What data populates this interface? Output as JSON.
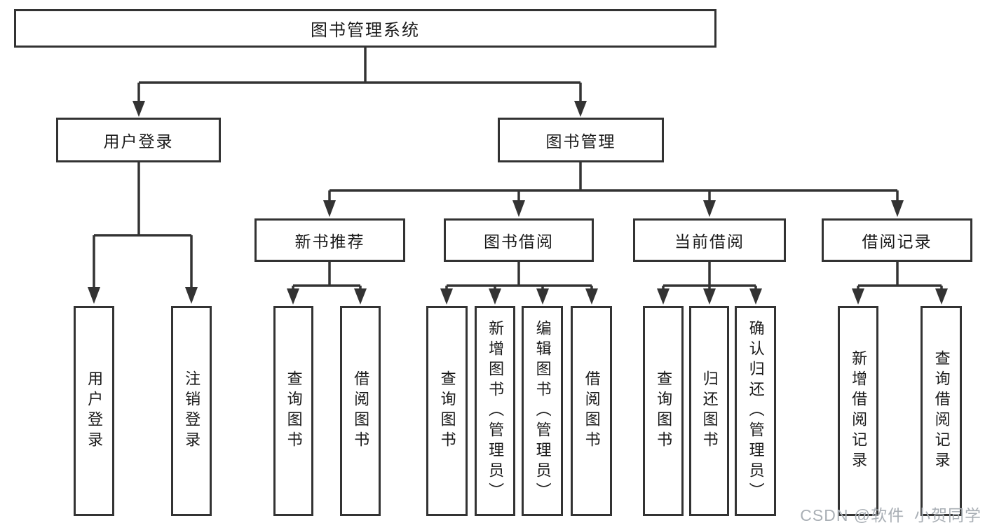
{
  "tree": {
    "label": "图书管理系统",
    "children": [
      {
        "label": "用户登录",
        "children": [
          {
            "label": "用户登录"
          },
          {
            "label": "注销登录"
          }
        ]
      },
      {
        "label": "图书管理",
        "children": [
          {
            "label": "新书推荐",
            "children": [
              {
                "label": "查询图书"
              },
              {
                "label": "借阅图书"
              }
            ]
          },
          {
            "label": "图书借阅",
            "children": [
              {
                "label": "查询图书"
              },
              {
                "label": "新增图书（管理员）"
              },
              {
                "label": "编辑图书（管理员）"
              },
              {
                "label": "借阅图书"
              }
            ]
          },
          {
            "label": "当前借阅",
            "children": [
              {
                "label": "查询图书"
              },
              {
                "label": "归还图书"
              },
              {
                "label": "确认归还（管理员）"
              }
            ]
          },
          {
            "label": "借阅记录",
            "children": [
              {
                "label": "新增借阅记录"
              },
              {
                "label": "查询借阅记录"
              }
            ]
          }
        ]
      }
    ]
  },
  "watermark": {
    "text": "CSDN @软件_小贺同学"
  },
  "colors": {
    "line": "#333333",
    "box_border": "#333333",
    "text": "#1a1a1a",
    "watermark": "#a9afb5",
    "background": "#ffffff"
  }
}
